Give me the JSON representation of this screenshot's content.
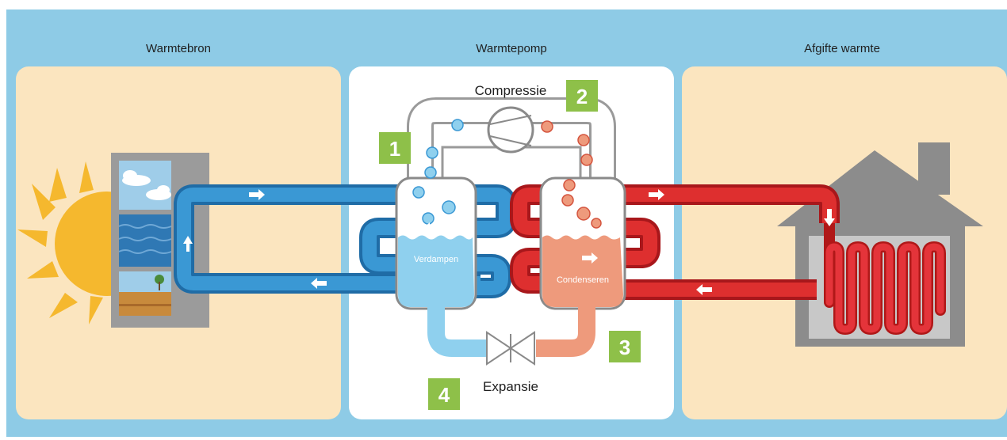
{
  "sections": {
    "left": "Warmtebron",
    "middle": "Warmtepomp",
    "right": "Afgifte warmte"
  },
  "steps": {
    "compression": "Compressie",
    "evaporate": "Verdampen",
    "condense": "Condenseren",
    "expansion": "Expansie"
  },
  "step_numbers": [
    "1",
    "2",
    "3",
    "4"
  ],
  "colors": {
    "background": "#8ecbe6",
    "panel_warm": "#fbe5bf",
    "panel_center": "#ffffff",
    "cold_pipe": "#2f8ac4",
    "hot_pipe": "#db2b2b",
    "cold_fluid": "#8fd0ee",
    "hot_fluid": "#ee9a7c",
    "badge": "#8ec049",
    "sun": "#f5b82e",
    "house": "#8c8c8c"
  },
  "icons": [
    "sun-icon",
    "house-icon",
    "compressor-icon",
    "expansion-valve-icon",
    "arrow-icon"
  ]
}
